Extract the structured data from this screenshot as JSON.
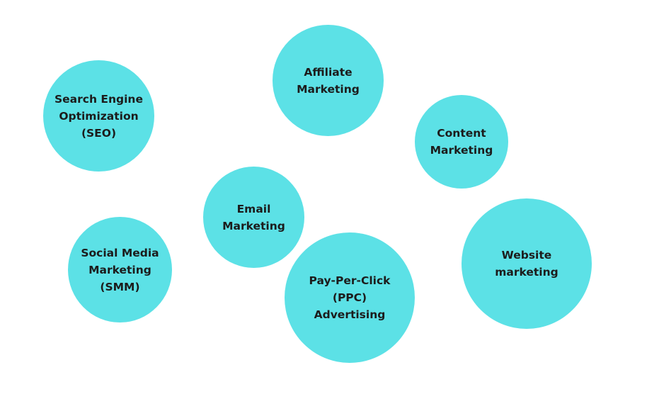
{
  "colors": {
    "bubble_fill": "#5ce1e6",
    "label_text": "#1c1c1c",
    "background": "#ffffff"
  },
  "bubbles": [
    {
      "id": "seo",
      "lines": [
        "Search Engine",
        "Optimization",
        "(SEO)"
      ]
    },
    {
      "id": "affiliate",
      "lines": [
        "Affiliate",
        "Marketing"
      ]
    },
    {
      "id": "content",
      "lines": [
        "Content",
        "Marketing"
      ]
    },
    {
      "id": "email",
      "lines": [
        "Email",
        "Marketing"
      ]
    },
    {
      "id": "smm",
      "lines": [
        "Social Media",
        "Marketing",
        "(SMM)"
      ]
    },
    {
      "id": "ppc",
      "lines": [
        "Pay-Per-Click",
        "(PPC)",
        "Advertising"
      ]
    },
    {
      "id": "website",
      "lines": [
        "Website",
        "marketing"
      ]
    }
  ]
}
